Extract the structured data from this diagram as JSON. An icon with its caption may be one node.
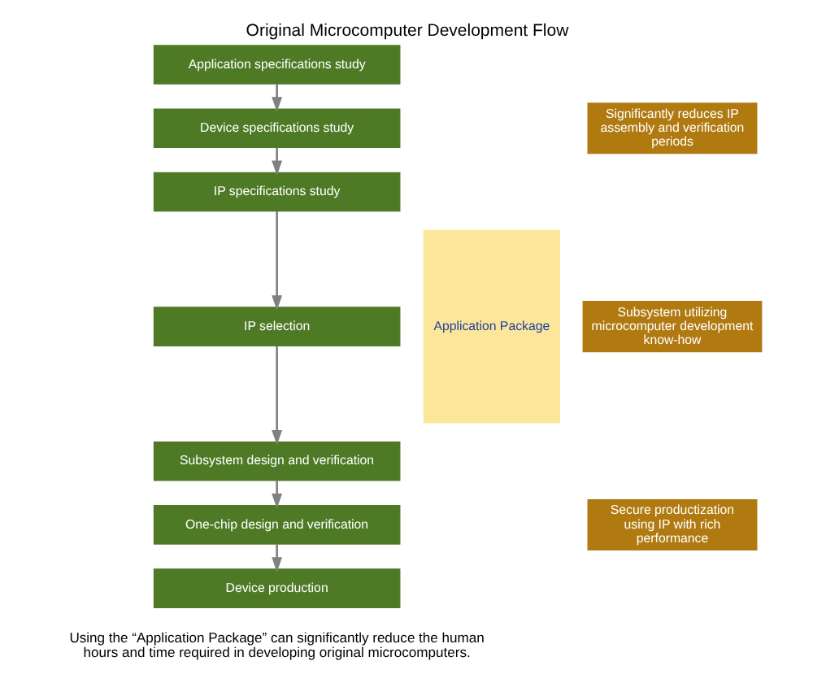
{
  "diagram": {
    "title": "Original Microcomputer Development Flow",
    "caption": "Using the “Application Package” can significantly reduce the human hours and time required in developing original microcomputers.",
    "nodes": [
      {
        "text": [
          "Application specifications study"
        ]
      },
      {
        "text": [
          "Device specifications study"
        ]
      },
      {
        "text": [
          "IP specifications study"
        ]
      },
      {
        "text": [
          "IP selection"
        ]
      },
      {
        "text": [
          "Subsystem design and verification"
        ]
      },
      {
        "text": [
          "One-chip design and verification"
        ]
      },
      {
        "text": [
          "Device production"
        ]
      },
      {
        "text": [
          "Application Package"
        ]
      },
      {
        "text": [
          "Significantly reduces IP assembly and verification periods"
        ]
      },
      {
        "text": [
          "Subsystem utilizing microcomputer development know-how"
        ]
      },
      {
        "text": [
          "Secure productization using IP with rich performance"
        ]
      }
    ],
    "edges": [
      {
        "from": 0,
        "to": 1,
        "arrow": "to"
      },
      {
        "from": 1,
        "to": 2,
        "arrow": "to"
      },
      {
        "from": 2,
        "to": 3,
        "arrow": "to"
      },
      {
        "from": 3,
        "to": 4,
        "arrow": "to"
      },
      {
        "from": 4,
        "to": 5,
        "arrow": "to"
      },
      {
        "from": 5,
        "to": 6,
        "arrow": "to"
      }
    ]
  }
}
